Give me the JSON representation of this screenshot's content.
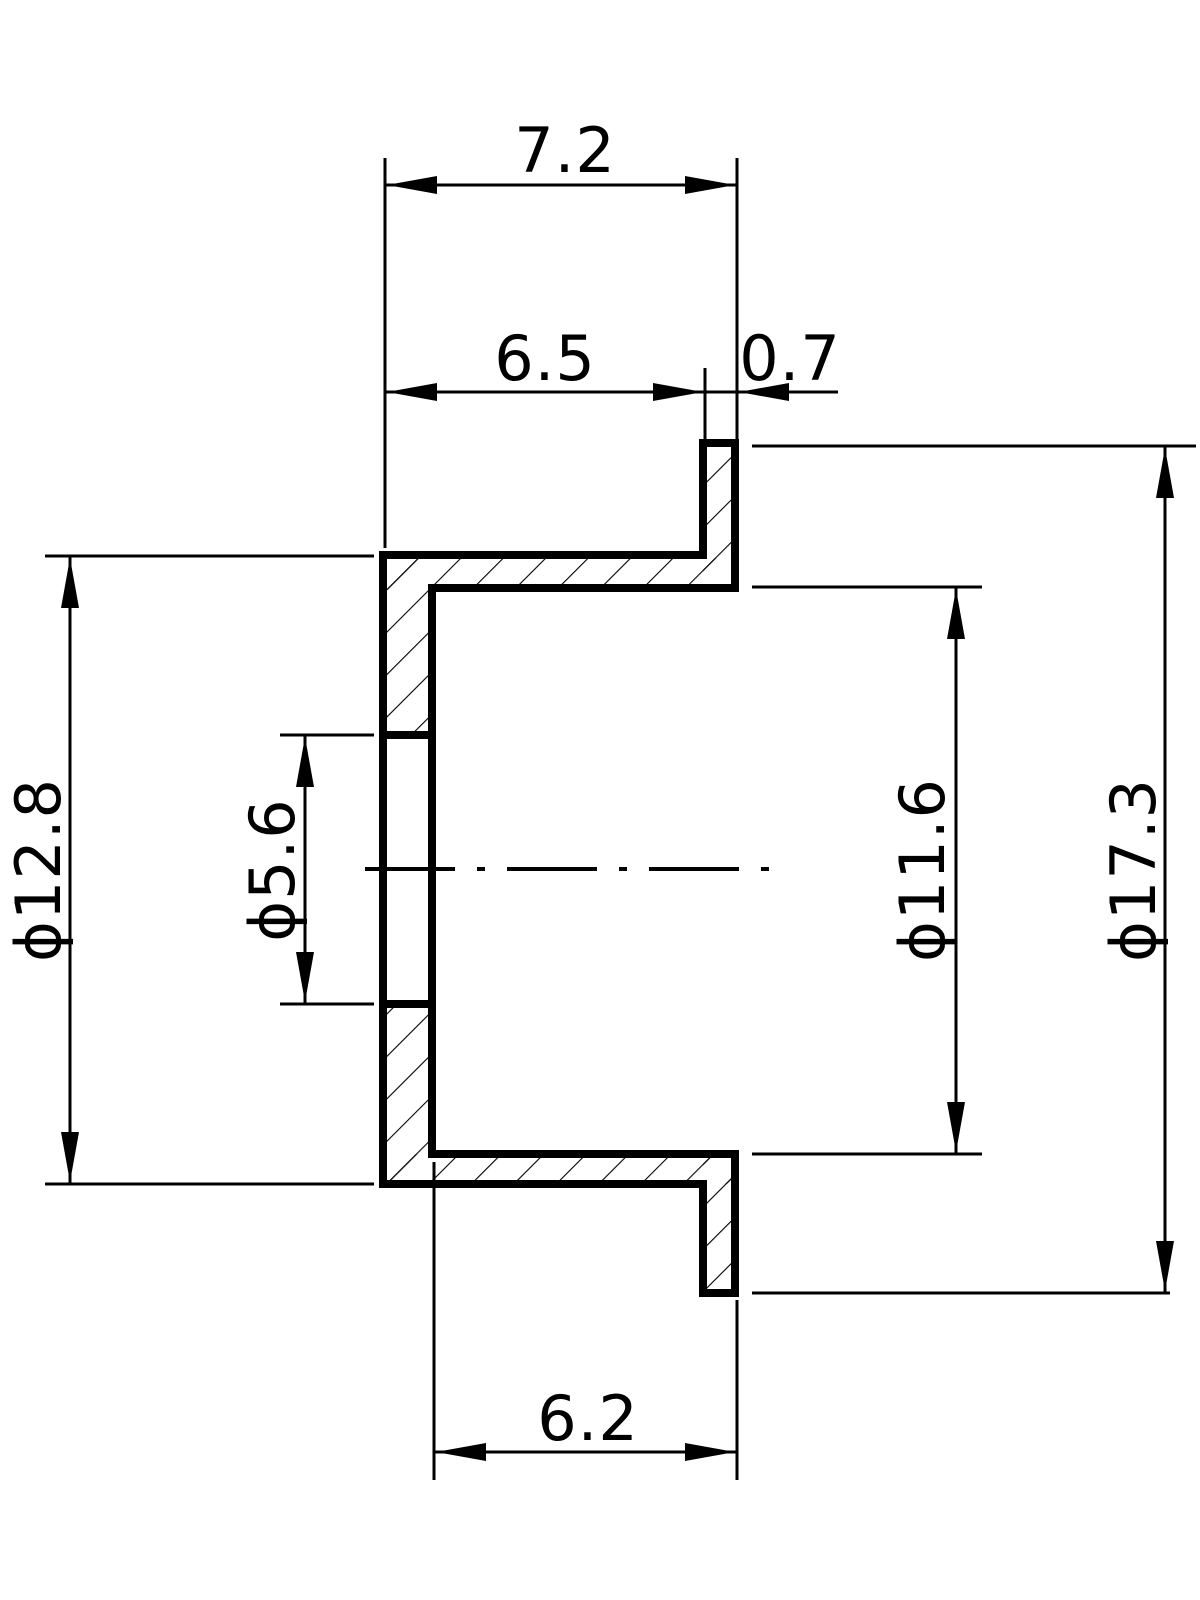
{
  "dimensions": {
    "overall_length": "7.2",
    "body_length": "6.5",
    "flange_thickness": "0.7",
    "bore_length": "6.2",
    "outer_diameter": "ϕ12.8",
    "hole_diameter": "ϕ5.6",
    "bore_diameter": "ϕ11.6",
    "flange_diameter": "ϕ17.3"
  },
  "colors": {
    "line": "#000000",
    "background": "#ffffff"
  }
}
